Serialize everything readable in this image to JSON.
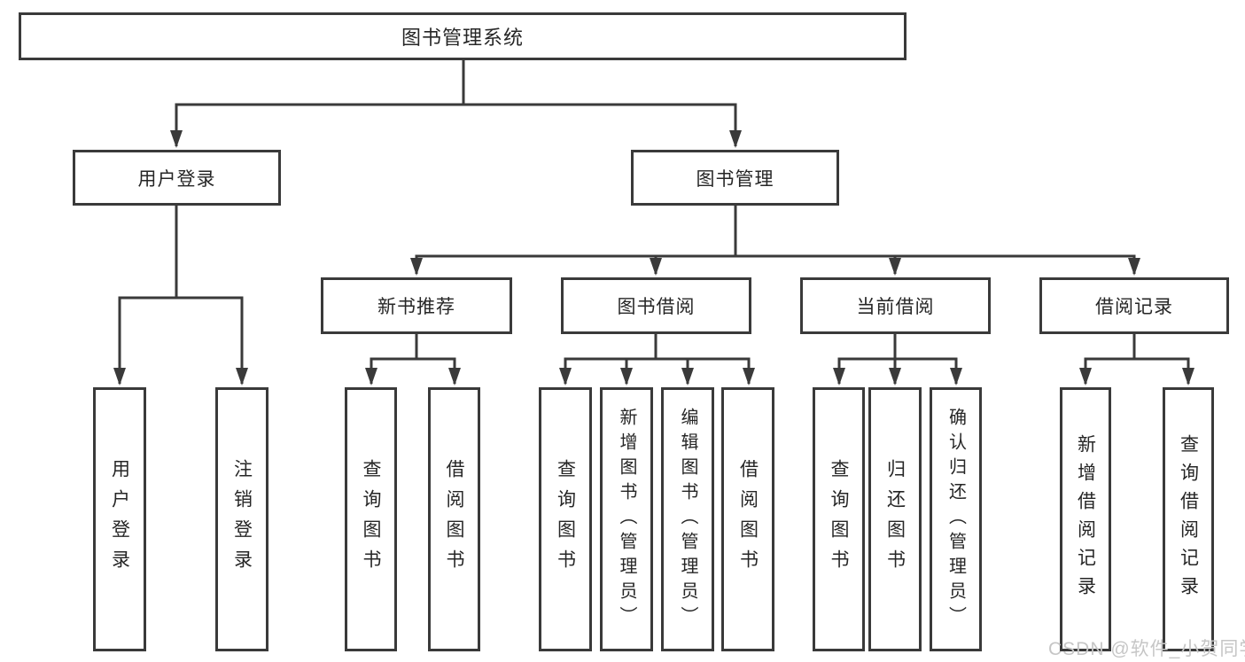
{
  "diagram": {
    "root": {
      "label": "图书管理系统"
    },
    "branches": [
      {
        "label": "用户登录",
        "children": [
          {
            "label": "用户登录"
          },
          {
            "label": "注销登录"
          }
        ]
      },
      {
        "label": "图书管理",
        "children": [
          {
            "label": "新书推荐",
            "children": [
              {
                "label": "查询图书"
              },
              {
                "label": "借阅图书"
              }
            ]
          },
          {
            "label": "图书借阅",
            "children": [
              {
                "label": "查询图书"
              },
              {
                "label": "新增图书（管理员）"
              },
              {
                "label": "编辑图书（管理员）"
              },
              {
                "label": "借阅图书"
              }
            ]
          },
          {
            "label": "当前借阅",
            "children": [
              {
                "label": "查询图书"
              },
              {
                "label": "归还图书"
              },
              {
                "label": "确认归还（管理员）"
              }
            ]
          },
          {
            "label": "借阅记录",
            "children": [
              {
                "label": "新增借阅记录"
              },
              {
                "label": "查询借阅记录"
              }
            ]
          }
        ]
      }
    ]
  },
  "watermark": {
    "text": "CSDN @软件_小贺同学",
    "color": "#c6c6c6"
  },
  "colors": {
    "line": "#3a3a3a",
    "text": "#262626",
    "background": "#ffffff"
  }
}
